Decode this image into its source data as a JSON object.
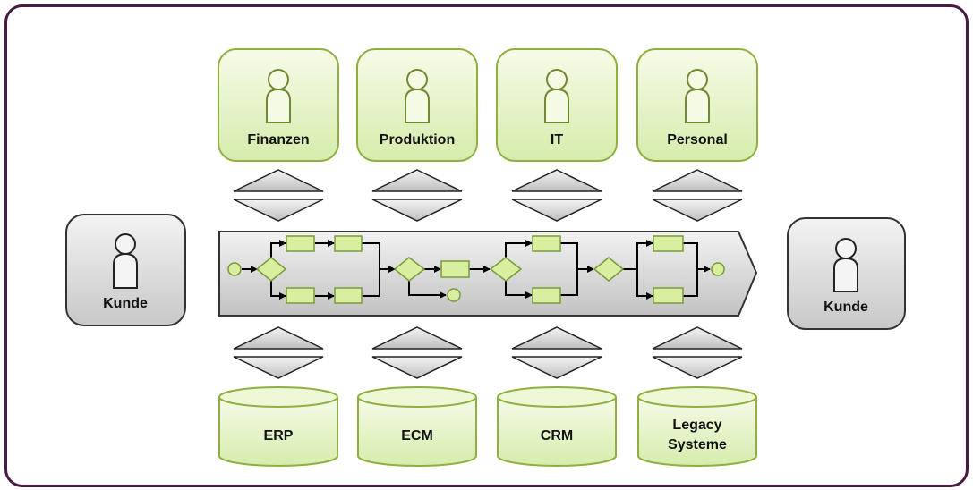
{
  "departments": [
    {
      "label": "Finanzen"
    },
    {
      "label": "Produktion"
    },
    {
      "label": "IT"
    },
    {
      "label": "Personal"
    }
  ],
  "systems": [
    {
      "lines": [
        "ERP"
      ]
    },
    {
      "lines": [
        "ECM"
      ]
    },
    {
      "lines": [
        "CRM"
      ]
    },
    {
      "lines": [
        "Legacy",
        "Systeme"
      ]
    }
  ],
  "customers": {
    "left": {
      "label": "Kunde"
    },
    "right": {
      "label": "Kunde"
    }
  },
  "colors": {
    "green_fill": "#e4f3c6",
    "green_stroke": "#8fb040",
    "gray_fill": "#dcdcdc",
    "gray_stroke": "#333333",
    "frame": "#4a1a45"
  }
}
